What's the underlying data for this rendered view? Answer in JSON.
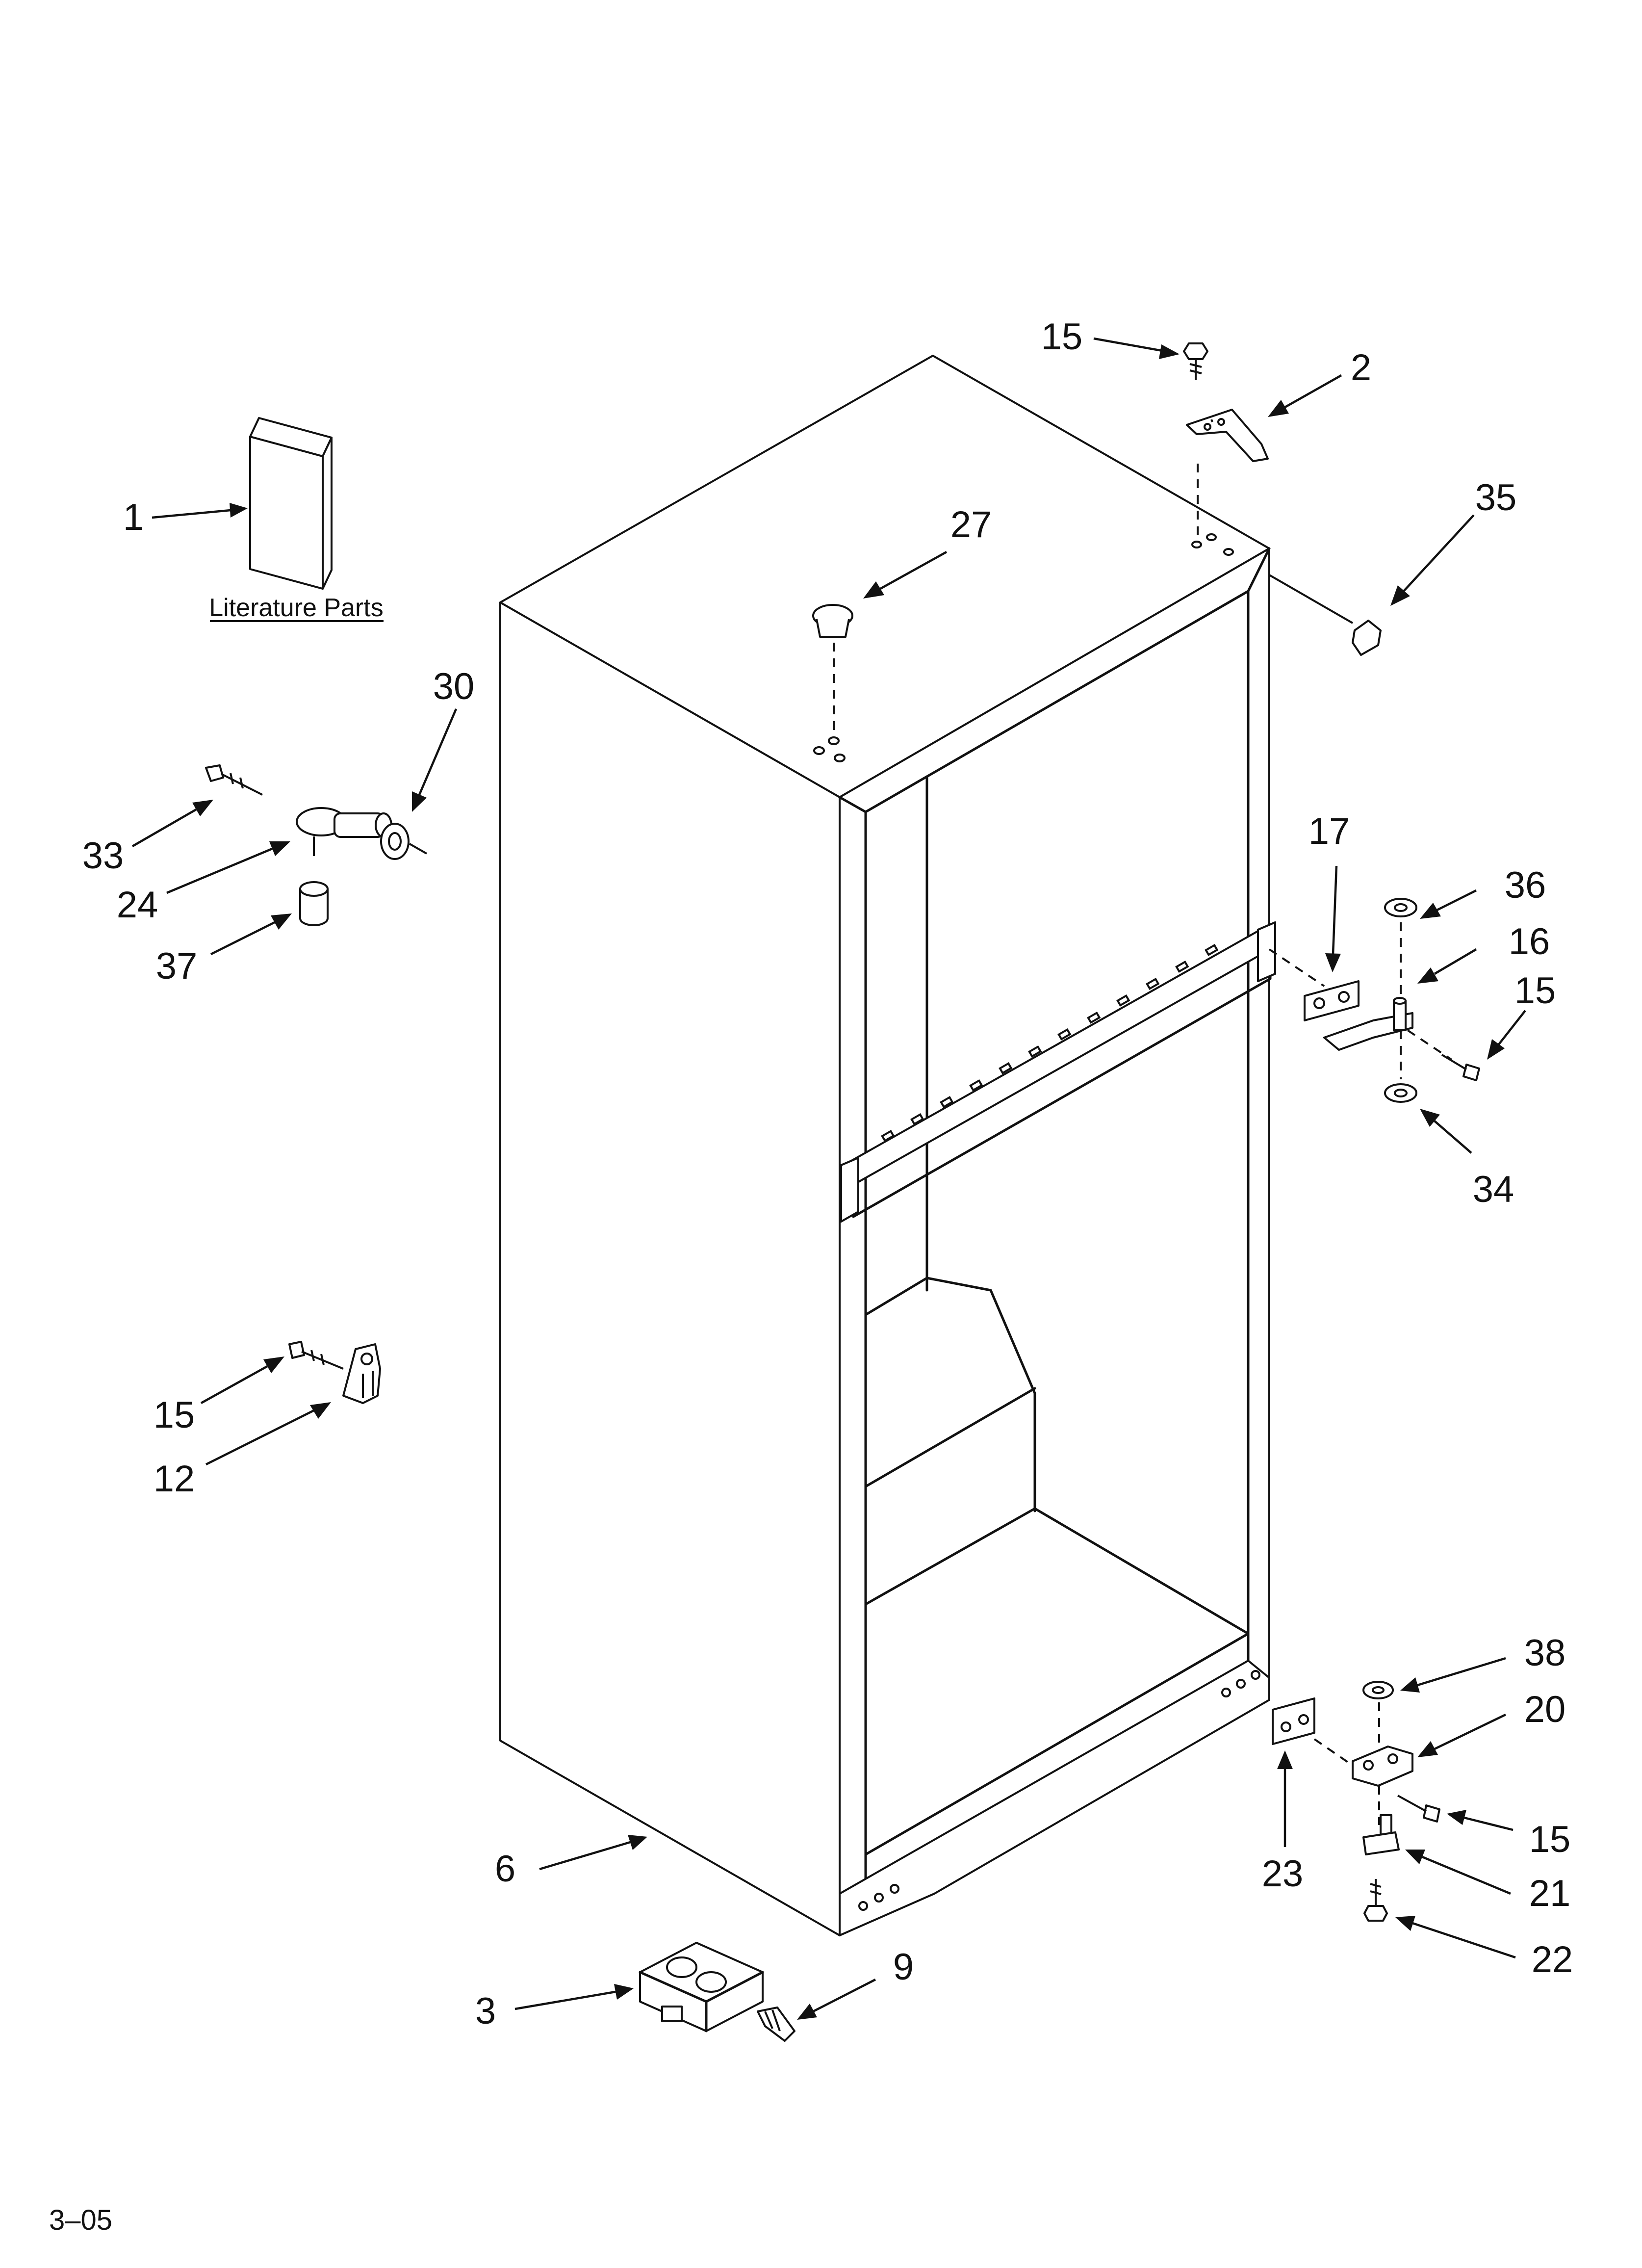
{
  "literature": {
    "caption": "Literature Parts"
  },
  "footer": {
    "code": "3–05"
  },
  "callouts": [
    {
      "id": "c1",
      "label": "1"
    },
    {
      "id": "c2",
      "label": "2"
    },
    {
      "id": "c3",
      "label": "3"
    },
    {
      "id": "c6",
      "label": "6"
    },
    {
      "id": "c9",
      "label": "9"
    },
    {
      "id": "c12",
      "label": "12"
    },
    {
      "id": "c15a",
      "label": "15"
    },
    {
      "id": "c15b",
      "label": "15"
    },
    {
      "id": "c15c",
      "label": "15"
    },
    {
      "id": "c15d",
      "label": "15"
    },
    {
      "id": "c16",
      "label": "16"
    },
    {
      "id": "c17",
      "label": "17"
    },
    {
      "id": "c20",
      "label": "20"
    },
    {
      "id": "c21",
      "label": "21"
    },
    {
      "id": "c22",
      "label": "22"
    },
    {
      "id": "c23",
      "label": "23"
    },
    {
      "id": "c24",
      "label": "24"
    },
    {
      "id": "c27",
      "label": "27"
    },
    {
      "id": "c30",
      "label": "30"
    },
    {
      "id": "c33",
      "label": "33"
    },
    {
      "id": "c34",
      "label": "34"
    },
    {
      "id": "c35",
      "label": "35"
    },
    {
      "id": "c36",
      "label": "36"
    },
    {
      "id": "c37",
      "label": "37"
    },
    {
      "id": "c38",
      "label": "38"
    }
  ]
}
